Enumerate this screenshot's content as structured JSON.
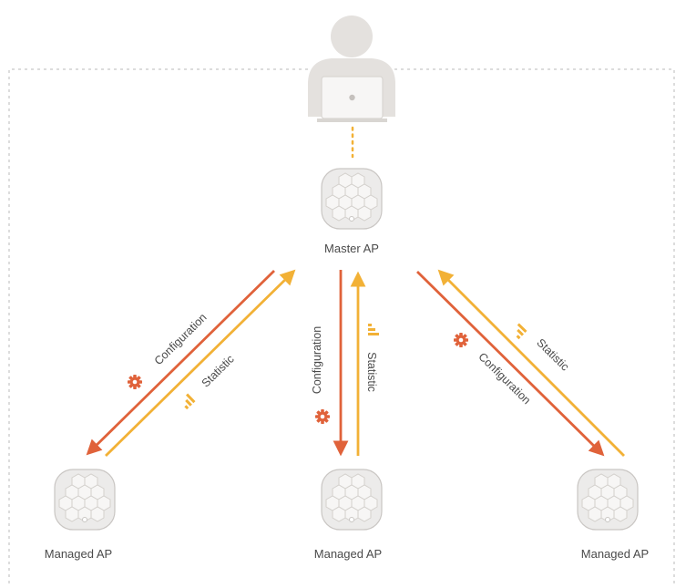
{
  "nodes": {
    "master": {
      "label": "Master AP"
    },
    "managed_left": {
      "label": "Managed AP"
    },
    "managed_center": {
      "label": "Managed AP"
    },
    "managed_right": {
      "label": "Managed AP"
    }
  },
  "edges": {
    "configuration_label": "Configuration",
    "statistic_label": "Statistic"
  },
  "colors": {
    "configuration": "#e0623a",
    "statistic": "#f2b136",
    "device_fill": "#ecebea",
    "device_stroke": "#c9c6c3",
    "person": "#e4e1de",
    "frame": "#c6c6c6"
  },
  "icons": {
    "configuration": "gear-icon",
    "statistic": "signal-bars-icon",
    "admin": "person-with-laptop-icon"
  }
}
